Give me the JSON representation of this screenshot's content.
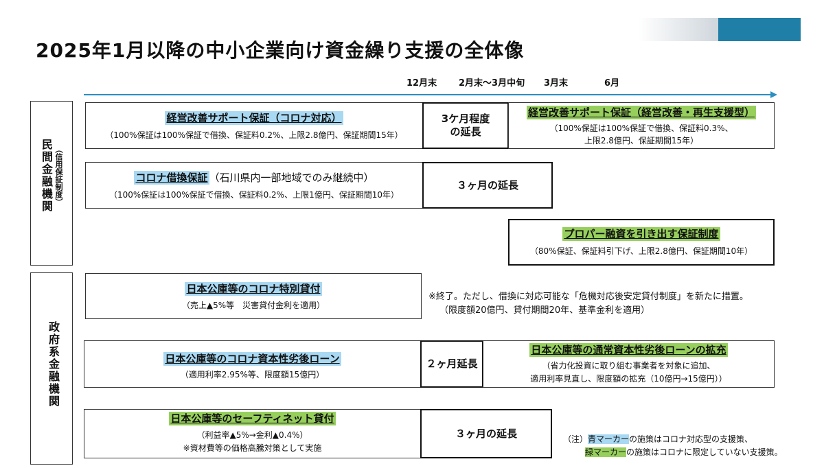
{
  "title": "2025年1月以降の中小企業向け資金繰り支援の全体像",
  "timeline": [
    "12月末",
    "2月末～3月中旬",
    "3月末",
    "6月"
  ],
  "private": {
    "label": "民間金融機関",
    "sub_label": "（信用保証制度）",
    "row1": {
      "title": "経営改善サポート保証（コロナ対応）",
      "note": "（100%保証は100%保証で借換、保証料0.2%、上限2.8億円、保証期間15年）",
      "extension_line1": "3ケ月程度",
      "extension_line2": "の延長",
      "new_title": "経営改善サポート保証（経営改善・再生支援型）",
      "new_note_line1": "（100%保証は100%保証で借換、保証料0.3%、",
      "new_note_line2": "上限2.8億円、保証期間15年）"
    },
    "row2": {
      "title": "コロナ借換保証",
      "title_suffix": "（石川県内一部地域でのみ継続中）",
      "note": "（100%保証は100%保証で借換、保証料0.2%、上限1億円、保証期間10年）",
      "extension": "３ヶ月の延長"
    },
    "row3": {
      "title": "プロパー融資を引き出す保証制度",
      "note": "（80%保証、保証料引下げ、上限2.8億円、保証期間10年）"
    }
  },
  "government": {
    "label": "政府系金融機関",
    "row1": {
      "title": "日本公庫等のコロナ特別貸付",
      "note": "（売上▲5%等　災害貸付金利を適用）",
      "remark_line1": "※終了。ただし、借換に対応可能な「危機対応後安定貸付制度」を新たに措置。",
      "remark_line2": "（限度額20億円、貸付期間20年、基準金利を適用）"
    },
    "row2": {
      "title": "日本公庫等のコロナ資本性劣後ローン",
      "note": "（適用利率2.95%等、限度額15億円）",
      "extension": "２ヶ月延長",
      "new_title": "日本公庫等の通常資本性劣後ローンの拡充",
      "new_note_line1": "（省力化投資に取り組む事業者を対象に追加、",
      "new_note_line2": "適用利率見直し、限度額の拡充（10億円→15億円））"
    },
    "row3": {
      "title": "日本公庫等のセーフティネット貸付",
      "note_line1": "（利益率▲5%→金利▲0.4%）",
      "note_line2": "※資材費等の価格高騰対策として実施",
      "extension": "３ヶ月の延長"
    }
  },
  "legend": {
    "prefix": "（注）",
    "blue_marker": "青マーカー",
    "blue_text": "の施策はコロナ対応型の支援策、",
    "green_marker": "緑マーカー",
    "green_text": "の施策はコロナに限定していない支援策。"
  },
  "colors": {
    "blue_marker": "#a9d8f2",
    "green_marker": "#97cf5d",
    "timeline": "#2a8fc0",
    "accent": "#1f7fa6"
  }
}
